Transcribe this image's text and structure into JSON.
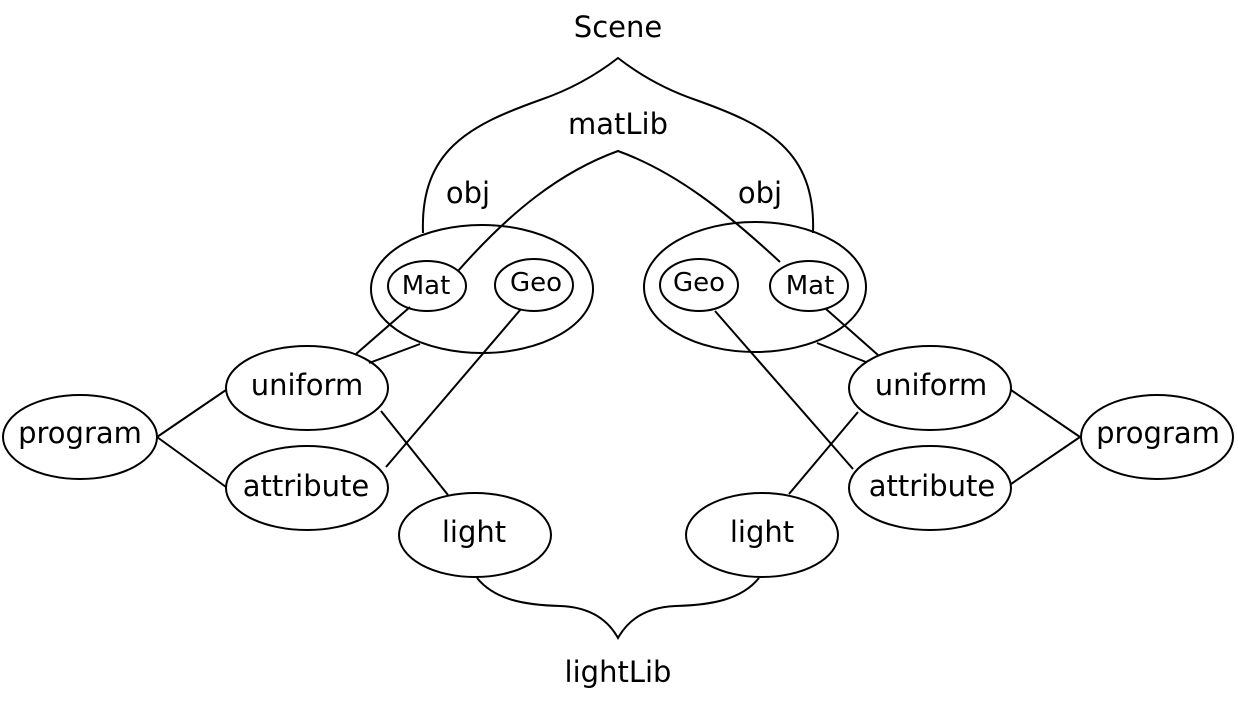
{
  "labels": {
    "scene": "Scene",
    "matlib": "matLib",
    "lightlib": "lightLib",
    "obj_left": "obj",
    "obj_right": "obj"
  },
  "nodes": {
    "left_obj_mat": "Mat",
    "left_obj_geo": "Geo",
    "right_obj_geo": "Geo",
    "right_obj_mat": "Mat",
    "left_uniform": "uniform",
    "left_attribute": "attribute",
    "left_program": "program",
    "left_light": "light",
    "right_uniform": "uniform",
    "right_attribute": "attribute",
    "right_program": "program",
    "right_light": "light"
  }
}
